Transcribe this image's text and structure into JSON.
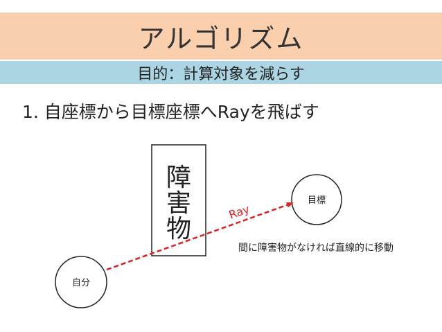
{
  "title": "アルゴリズム",
  "subtitle": "目的：計算対象を減らす",
  "step": "1. 自座標から目標座標へRayを飛ばす",
  "diagram": {
    "obstacle_label": "障害物",
    "obstacle_chars": [
      "障",
      "害",
      "物"
    ],
    "self_label": "自分",
    "target_label": "目標",
    "ray_label": "Ray",
    "note": "間に障害物がなければ直線的に移動",
    "ray_color": "#e02020"
  }
}
